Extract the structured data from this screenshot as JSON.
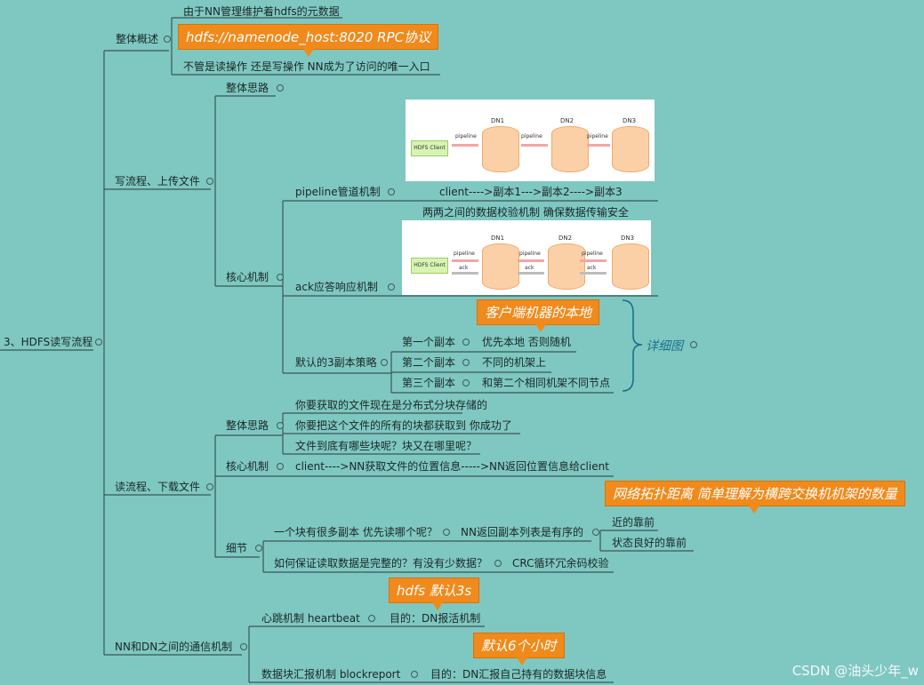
{
  "root": {
    "label": "3、HDFS读写流程"
  },
  "overview": {
    "label": "整体概述",
    "items": [
      "由于NN管理维护着hdfs的元数据",
      "不管是读操作 还是写操作  NN成为了访问的唯一入口"
    ],
    "callout": "hdfs://namenode_host:8020     RPC协议"
  },
  "write": {
    "label": "写流程、上传文件",
    "idea": "整体思路",
    "core": "核心机制",
    "pipeline": {
      "label": "pipeline管道机制",
      "detail": "client---->副本1--->副本2---->副本3"
    },
    "ack": {
      "label": "ack应答响应机制",
      "detail": "两两之间的数据校验机制  确保数据传输安全"
    },
    "replica": {
      "label": "默认的3副本策略",
      "callout": "客户端机器的本地",
      "items": [
        {
          "name": "第一个副本",
          "desc": "优先本地 否则随机"
        },
        {
          "name": "第二个副本",
          "desc": "不同的机架上"
        },
        {
          "name": "第三个副本",
          "desc": "和第二个相同机架不同节点"
        }
      ],
      "detail_label": "详细图"
    },
    "fig1": {
      "client": "HDFS Client",
      "dn": [
        "DN1",
        "DN2",
        "DN3"
      ],
      "pipe": "pipeline"
    },
    "fig2": {
      "client": "HDFS Client",
      "dn": [
        "DN1",
        "DN2",
        "DN3"
      ],
      "pipe": "pipeline",
      "ack": "ack"
    }
  },
  "read": {
    "label": "读流程、下载文件",
    "idea": {
      "label": "整体思路",
      "items": [
        "你要获取的文件现在是分布式分块存储的",
        "你要把这个文件的所有的块都获取到  你成功了",
        "文件到底有哪些块呢？块又在哪里呢？"
      ]
    },
    "core": {
      "label": "核心机制",
      "detail": "client---->NN获取文件的位置信息----->NN返回位置信息给client"
    },
    "details": {
      "label": "细节",
      "q1": "一个块有很多副本  优先读哪个呢？",
      "a1": "NN返回副本列表是有序的",
      "a1_items": [
        "近的靠前",
        "状态良好的靠前"
      ],
      "callout": "网络拓扑距离    简单理解为横跨交换机机架的数量",
      "q2": "如何保证读取数据是完整的？有没有少数据？",
      "a2": "CRC循环冗余码校验"
    }
  },
  "comm": {
    "label": "NN和DN之间的通信机制",
    "heartbeat": {
      "label": "心跳机制   heartbeat",
      "detail": "目的：DN报活机制",
      "callout": "hdfs 默认3s"
    },
    "report": {
      "label": "数据块汇报机制   blockreport",
      "detail": "目的：DN汇报自己持有的数据块信息",
      "callout": "默认6个小时"
    }
  },
  "watermark": "CSDN @油头少年_w"
}
